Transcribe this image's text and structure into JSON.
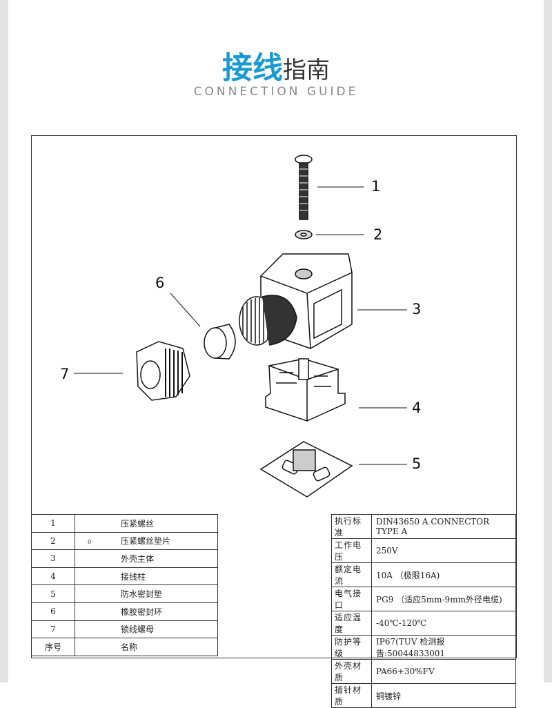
{
  "header": {
    "title_accent": "接线",
    "title_rest": "指南",
    "subtitle": "CONNECTION GUIDE"
  },
  "callouts": [
    "1",
    "2",
    "3",
    "4",
    "5",
    "6",
    "7"
  ],
  "parts_table": {
    "rows": [
      {
        "no": "1",
        "mark": "",
        "name": "压紧螺丝"
      },
      {
        "no": "2",
        "mark": "0",
        "name": "压紧螺丝垫片"
      },
      {
        "no": "3",
        "mark": "",
        "name": "外壳主体"
      },
      {
        "no": "4",
        "mark": "",
        "name": "接线柱"
      },
      {
        "no": "5",
        "mark": "",
        "name": "防水密封垫"
      },
      {
        "no": "6",
        "mark": "",
        "name": "橡胶密封环"
      },
      {
        "no": "7",
        "mark": "",
        "name": "锁线螺母"
      },
      {
        "no": "序号",
        "mark": "",
        "name": "名称"
      }
    ]
  },
  "spec_table": {
    "rows": [
      {
        "k": "执行标准",
        "v": "DIN43650 A CONNECTOR TYPE A"
      },
      {
        "k": "工作电压",
        "v": "250V"
      },
      {
        "k": "额定电流",
        "v": "10A  （极限16A)"
      },
      {
        "k": "电气接口",
        "v": "PG9 （适应5mm-9mm外径电缆)"
      },
      {
        "k": "适应温度",
        "v": "-40℃-120℃"
      },
      {
        "k": "防护等级",
        "v": "IP67(TUV 检测报告:50044833001"
      },
      {
        "k": "外壳材质",
        "v": "PA66+30%FV"
      },
      {
        "k": "插针材质",
        "v": "铜镀锌"
      }
    ]
  }
}
